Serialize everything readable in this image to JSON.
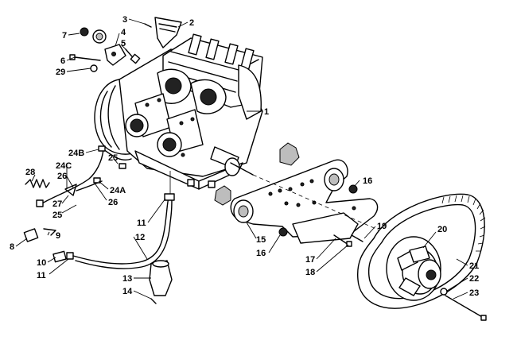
{
  "diagram": {
    "callouts": [
      {
        "id": "1",
        "label": "1"
      },
      {
        "id": "2",
        "label": "2"
      },
      {
        "id": "3",
        "label": "3"
      },
      {
        "id": "4",
        "label": "4"
      },
      {
        "id": "5",
        "label": "5"
      },
      {
        "id": "6",
        "label": "6"
      },
      {
        "id": "7",
        "label": "7"
      },
      {
        "id": "8",
        "label": "8"
      },
      {
        "id": "9",
        "label": "9"
      },
      {
        "id": "10",
        "label": "10"
      },
      {
        "id": "11a",
        "label": "11"
      },
      {
        "id": "11b",
        "label": "11"
      },
      {
        "id": "12",
        "label": "12"
      },
      {
        "id": "13",
        "label": "13"
      },
      {
        "id": "14",
        "label": "14"
      },
      {
        "id": "15",
        "label": "15"
      },
      {
        "id": "16a",
        "label": "16"
      },
      {
        "id": "16b",
        "label": "16"
      },
      {
        "id": "17",
        "label": "17"
      },
      {
        "id": "18",
        "label": "18"
      },
      {
        "id": "19",
        "label": "19"
      },
      {
        "id": "20",
        "label": "20"
      },
      {
        "id": "21",
        "label": "21"
      },
      {
        "id": "22",
        "label": "22"
      },
      {
        "id": "23",
        "label": "23"
      },
      {
        "id": "24A",
        "label": "24A"
      },
      {
        "id": "24B",
        "label": "24B"
      },
      {
        "id": "24C",
        "label": "24C"
      },
      {
        "id": "25a",
        "label": "25"
      },
      {
        "id": "25b",
        "label": "25"
      },
      {
        "id": "26a",
        "label": "26"
      },
      {
        "id": "26b",
        "label": "26"
      },
      {
        "id": "27",
        "label": "27"
      },
      {
        "id": "28",
        "label": "28"
      },
      {
        "id": "29",
        "label": "29"
      }
    ]
  }
}
